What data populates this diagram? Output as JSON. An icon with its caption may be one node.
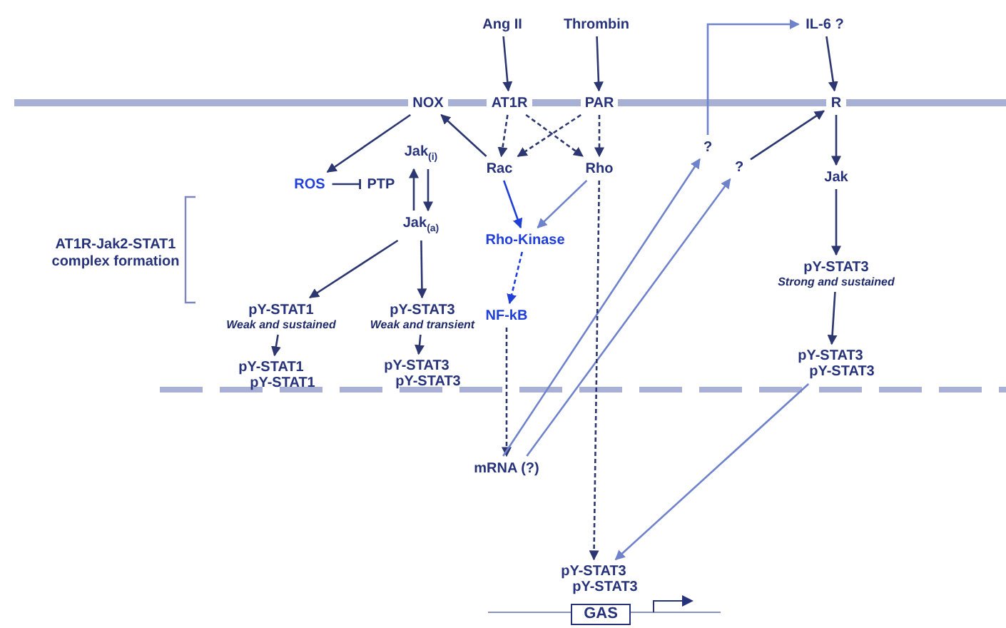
{
  "diagram": {
    "nodes": [
      {
        "text": [
          "Ang II"
        ]
      },
      {
        "text": [
          "Thrombin"
        ]
      },
      {
        "text": [
          "IL-6 ?"
        ]
      },
      {
        "text": [
          "NOX"
        ]
      },
      {
        "text": [
          "AT1R"
        ]
      },
      {
        "text": [
          "PAR"
        ]
      },
      {
        "text": [
          "R"
        ]
      },
      {
        "text": [
          "Jak$_{(i)}$"
        ]
      },
      {
        "text": [
          "ROS"
        ]
      },
      {
        "text": [
          "PTP"
        ]
      },
      {
        "text": [
          "Rac"
        ]
      },
      {
        "text": [
          "Rho"
        ]
      },
      {
        "text": [
          "?"
        ]
      },
      {
        "text": [
          "?"
        ]
      },
      {
        "text": [
          "Jak"
        ]
      },
      {
        "text": [
          "Jak$_{(a)}$"
        ]
      },
      {
        "text": [
          "Rho-Kinase"
        ]
      },
      {
        "text": [
          "pY-STAT1"
        ],
        "beside": [
          "Weak and sustained"
        ]
      },
      {
        "text": [
          "pY-STAT3"
        ],
        "beside": [
          "Weak and transient"
        ]
      },
      {
        "text": [
          "NF-kB"
        ]
      },
      {
        "text": [
          "pY-STAT3"
        ],
        "beside": [
          "Strong and sustained"
        ]
      },
      {
        "text": [
          "pY-STAT1",
          "pY-STAT1"
        ]
      },
      {
        "text": [
          "pY-STAT3",
          "pY-STAT3"
        ]
      },
      {
        "text": [
          "pY-STAT3",
          "pY-STAT3"
        ]
      },
      {
        "text": [
          "mRNA (?)"
        ]
      },
      {
        "text": [
          "pY-STAT3",
          "pY-STAT3"
        ]
      },
      {
        "text": [
          "GAS"
        ]
      }
    ],
    "edges": [
      {
        "from": 0,
        "to": 4,
        "arrow": "to"
      },
      {
        "from": 1,
        "to": 5,
        "arrow": "to"
      },
      {
        "from": 4,
        "to": 10,
        "arrow": "to",
        "style": "dashed"
      },
      {
        "from": 4,
        "to": 11,
        "arrow": "to",
        "style": "dashed"
      },
      {
        "from": 5,
        "to": 10,
        "arrow": "to",
        "style": "dashed"
      },
      {
        "from": 5,
        "to": 11,
        "arrow": "to",
        "style": "dashed"
      },
      {
        "from": 10,
        "to": 3,
        "arrow": "to"
      },
      {
        "from": 3,
        "to": 8,
        "arrow": "to"
      },
      {
        "from": 8,
        "to": 9,
        "arrow": "other"
      },
      {
        "from": 15,
        "to": 7,
        "arrow": "to"
      },
      {
        "from": 7,
        "to": 15,
        "arrow": "to"
      },
      {
        "from": 15,
        "to": 17,
        "arrow": "to"
      },
      {
        "from": 15,
        "to": 18,
        "arrow": "to"
      },
      {
        "from": 10,
        "to": 16,
        "arrow": "to",
        "color": "#1f3fd8"
      },
      {
        "from": 11,
        "to": 16,
        "arrow": "to",
        "color": "#6f82cc"
      },
      {
        "from": 16,
        "to": 19,
        "arrow": "to",
        "style": "dashed",
        "color": "#1f3fd8"
      },
      {
        "from": 19,
        "to": 24,
        "arrow": "to",
        "style": "dashed"
      },
      {
        "from": 24,
        "to": 12,
        "arrow": "to",
        "color": "#6f82cc"
      },
      {
        "from": 24,
        "to": 13,
        "arrow": "to",
        "color": "#6f82cc"
      },
      {
        "from": 12,
        "to": 2,
        "arrow": "to",
        "color": "#6f82cc"
      },
      {
        "from": 13,
        "to": 6,
        "arrow": "to"
      },
      {
        "from": 2,
        "to": 6,
        "arrow": "to"
      },
      {
        "from": 6,
        "to": 14,
        "arrow": "to"
      },
      {
        "from": 14,
        "to": 20,
        "arrow": "to"
      },
      {
        "from": 20,
        "to": 23,
        "arrow": "to"
      },
      {
        "from": 17,
        "to": 21,
        "arrow": "to"
      },
      {
        "from": 18,
        "to": 22,
        "arrow": "to"
      },
      {
        "from": 11,
        "to": 25,
        "arrow": "to",
        "style": "dashed"
      },
      {
        "from": 23,
        "to": 25,
        "arrow": "to",
        "color": "#6f82cc"
      }
    ],
    "labels": [
      "AT1R-Jak2-STAT1 complex formation"
    ]
  }
}
